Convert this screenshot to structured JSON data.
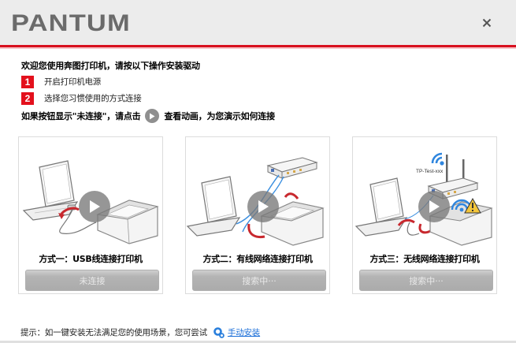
{
  "header": {
    "logo_text": "PANTUM",
    "close_label": "×",
    "accent_color": "#d8101f"
  },
  "intro": {
    "title": "欢迎您使用奔图打印机，请按以下操作安装驱动",
    "steps": [
      {
        "num": "1",
        "text": "开启打印机电源"
      },
      {
        "num": "2",
        "text": "选择您习惯使用的方式连接"
      }
    ],
    "hint_before": "如果按钮显示\"未连接\"，请点击",
    "hint_icon": "play-icon",
    "hint_after": "查看动画，为您演示如何连接"
  },
  "cards": [
    {
      "title": "方式一：USB线连接打印机",
      "button": "未连接",
      "illustration": "usb-connection"
    },
    {
      "title": "方式二：有线网络连接打印机",
      "button": "搜索中···",
      "illustration": "wired-network-connection"
    },
    {
      "title": "方式三：无线网络连接打印机",
      "button": "搜索中···",
      "illustration": "wireless-network-connection",
      "ssid_label": "TP-Test-xxx"
    }
  ],
  "footer": {
    "tip": "提示：如一键安装无法满足您的使用场景，您可尝试",
    "icon": "gear-icon",
    "link": "手动安装",
    "link_color": "#1a6ed8"
  }
}
